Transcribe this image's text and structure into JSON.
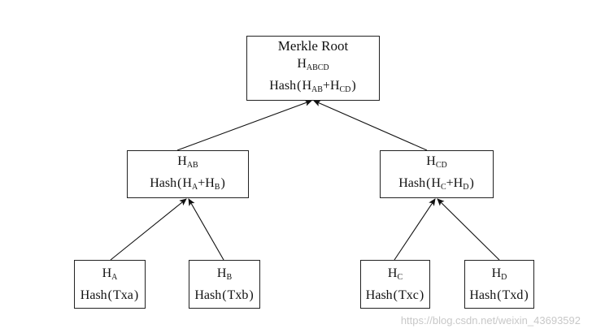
{
  "root": {
    "line1": "Merkle Root",
    "label": {
      "base": "H",
      "sub": "ABCD"
    },
    "hash": {
      "prefix": "Hash",
      "a": {
        "base": "H",
        "sub": "AB"
      },
      "plus": "+",
      "b": {
        "base": "H",
        "sub": "CD"
      }
    }
  },
  "ab": {
    "label": {
      "base": "H",
      "sub": "AB"
    },
    "hash": {
      "prefix": "Hash",
      "a": {
        "base": "H",
        "sub": "A"
      },
      "plus": "+",
      "b": {
        "base": "H",
        "sub": "B"
      }
    }
  },
  "cd": {
    "label": {
      "base": "H",
      "sub": "CD"
    },
    "hash": {
      "prefix": "Hash",
      "a": {
        "base": "H",
        "sub": "C"
      },
      "plus": "+",
      "b": {
        "base": "H",
        "sub": "D"
      }
    }
  },
  "leaves": [
    {
      "label": {
        "base": "H",
        "sub": "A"
      },
      "hash": "Hash",
      "tx": "Txa"
    },
    {
      "label": {
        "base": "H",
        "sub": "B"
      },
      "hash": "Hash",
      "tx": "Txb"
    },
    {
      "label": {
        "base": "H",
        "sub": "C"
      },
      "hash": "Hash",
      "tx": "Txc"
    },
    {
      "label": {
        "base": "H",
        "sub": "D"
      },
      "hash": "Hash",
      "tx": "Txd"
    }
  ],
  "watermark": "https://blog.csdn.net/weixin_43693592"
}
